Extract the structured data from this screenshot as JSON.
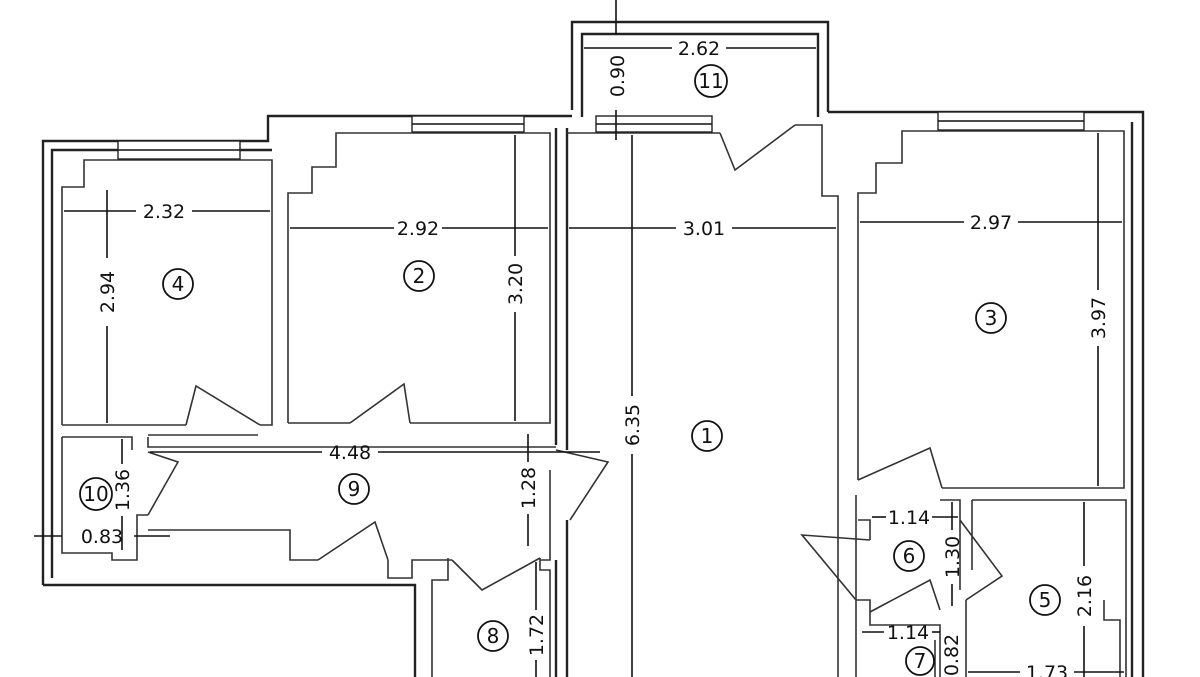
{
  "rooms": [
    {
      "id": "r1",
      "label": "1"
    },
    {
      "id": "r2",
      "label": "2"
    },
    {
      "id": "r3",
      "label": "3"
    },
    {
      "id": "r4",
      "label": "4"
    },
    {
      "id": "r5",
      "label": "5"
    },
    {
      "id": "r6",
      "label": "6"
    },
    {
      "id": "r7",
      "label": "7"
    },
    {
      "id": "r8",
      "label": "8"
    },
    {
      "id": "r9",
      "label": "9"
    },
    {
      "id": "r10",
      "label": "10"
    },
    {
      "id": "r11",
      "label": "11"
    }
  ],
  "dimensions": {
    "balcony_width": "2.62",
    "balcony_depth": "0.90",
    "room4_width": "2.32",
    "room4_depth": "2.94",
    "room2_width": "2.92",
    "room2_depth": "3.20",
    "room1_width": "3.01",
    "room1_depth": "6.35",
    "room3_width": "2.97",
    "room3_depth": "3.97",
    "hall_length": "4.48",
    "hall_depth": "1.28",
    "room10_depth": "1.36",
    "room10_width": "0.83",
    "room6_width": "1.14",
    "room6_depth": "1.30",
    "room5_depth": "2.16",
    "room5_width": "1.73",
    "room7_width": "1.14",
    "room7_depth": "0.82",
    "room8_depth": "1.72"
  }
}
